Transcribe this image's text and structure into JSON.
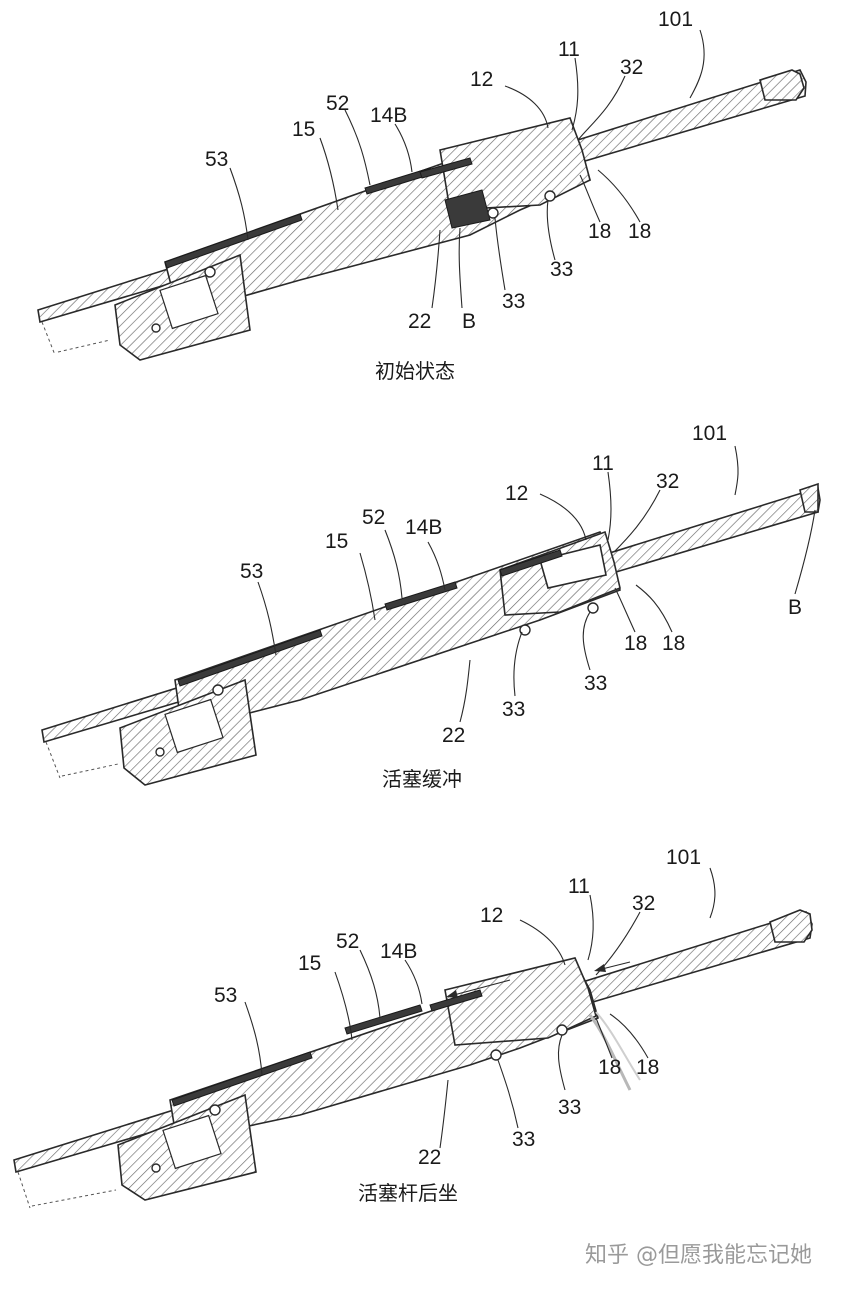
{
  "panels": [
    {
      "caption": "初始状态",
      "labels": [
        "101",
        "11",
        "32",
        "12",
        "52",
        "14B",
        "15",
        "53",
        "18",
        "18",
        "33",
        "33",
        "22",
        "B"
      ]
    },
    {
      "caption": "活塞缓冲",
      "labels": [
        "101",
        "11",
        "32",
        "12",
        "52",
        "14B",
        "15",
        "53",
        "B",
        "18",
        "18",
        "33",
        "33",
        "22"
      ]
    },
    {
      "caption": "活塞杆后坐",
      "labels": [
        "101",
        "11",
        "32",
        "12",
        "52",
        "14B",
        "15",
        "53",
        "18",
        "18",
        "33",
        "33",
        "22"
      ]
    }
  ],
  "watermark": "知乎 @但愿我能忘记她"
}
